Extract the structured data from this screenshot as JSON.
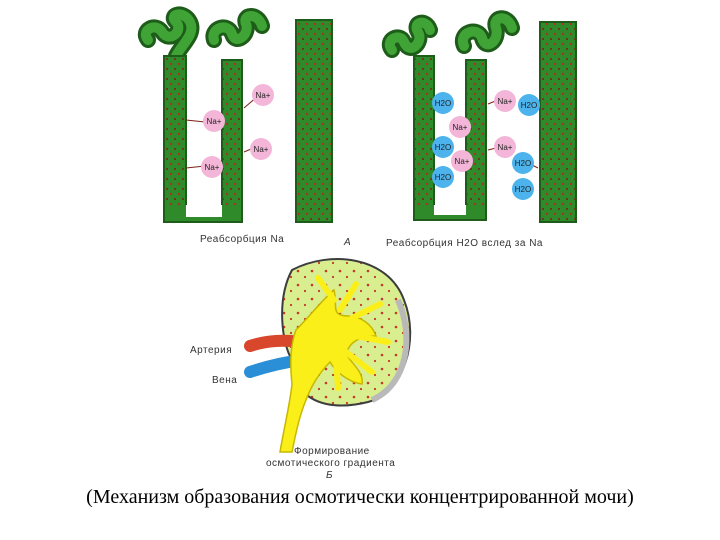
{
  "panel_a": {
    "caption": "Реабсорбция  Na",
    "ions": [
      "Na+",
      "Na+",
      "Na+",
      "Na+"
    ]
  },
  "panel_a_letter": "А",
  "panel_b": {
    "caption": "Реабсорбция  H2O  вслед  за  Na",
    "ions": [
      {
        "kind": "h2o",
        "label": "H2O"
      },
      {
        "kind": "h2o",
        "label": "H2O"
      },
      {
        "kind": "h2o",
        "label": "H2O"
      },
      {
        "kind": "na",
        "label": "Na+"
      },
      {
        "kind": "na",
        "label": "Na+"
      },
      {
        "kind": "na",
        "label": "Na+"
      },
      {
        "kind": "na",
        "label": "Na+"
      },
      {
        "kind": "h2o",
        "label": "H2O"
      },
      {
        "kind": "h2o",
        "label": "H2O"
      },
      {
        "kind": "h2o",
        "label": "H2O"
      }
    ]
  },
  "kidney": {
    "artery": "Артерия",
    "vein": "Вена",
    "gradient_line1": "Формирование",
    "gradient_line2": "осмотического градиента",
    "letter": "Б"
  },
  "caption": "(Механизм образования осмотически концентрированной мочи)",
  "colors": {
    "tubule": "#2f8a2a",
    "tubule_dark": "#1e5c1a",
    "cortex": "#d9ee8f",
    "pelvis": "#fbef1a",
    "artery": "#d8462b",
    "vein": "#2a8fd6",
    "na_ion": "#f3b6d8",
    "h2o_ion": "#4db3ec"
  }
}
